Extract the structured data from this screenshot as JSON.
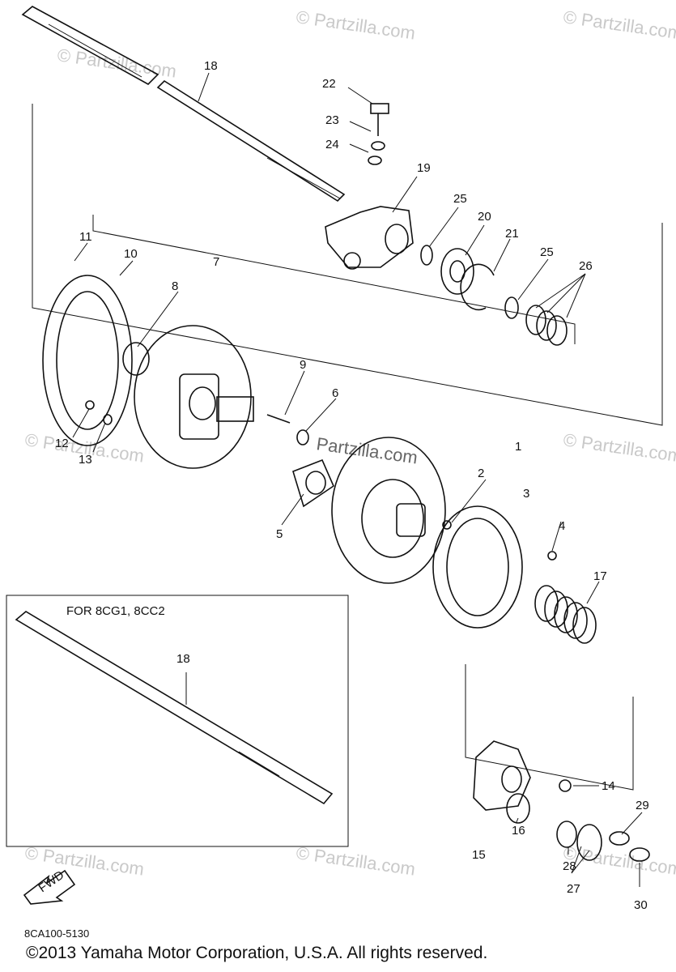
{
  "watermark": "© Partzilla.com",
  "center_watermark": "Partzilla.com",
  "variant_box_label": "FOR 8CG1, 8CC2",
  "fwd_label": "FWD",
  "diagram_code": "8CA100-5130",
  "copyright": "©2013 Yamaha Motor Corporation, U.S.A. All rights reserved.",
  "callouts": [
    "18",
    "22",
    "23",
    "24",
    "19",
    "25",
    "20",
    "21",
    "25",
    "26",
    "11",
    "10",
    "7",
    "8",
    "9",
    "6",
    "12",
    "13",
    "5",
    "1",
    "2",
    "3",
    "4",
    "17",
    "18",
    "15",
    "14",
    "16",
    "29",
    "28",
    "27",
    "30"
  ]
}
